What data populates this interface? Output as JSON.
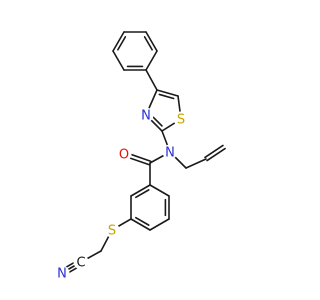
{
  "colors": {
    "bond": "#1a1a1a",
    "N": "#2a30d8",
    "O": "#e8110e",
    "S": "#c8a400",
    "C": "#1a1a1a"
  },
  "atoms": [
    {
      "id": "ph1",
      "symbol": ""
    },
    {
      "id": "ph2",
      "symbol": ""
    },
    {
      "id": "ph3",
      "symbol": ""
    },
    {
      "id": "ph4",
      "symbol": ""
    },
    {
      "id": "ph5",
      "symbol": ""
    },
    {
      "id": "ph6",
      "symbol": ""
    },
    {
      "id": "tz_c4",
      "symbol": ""
    },
    {
      "id": "tz_c5",
      "symbol": ""
    },
    {
      "id": "tz_s1",
      "symbol": "S"
    },
    {
      "id": "tz_c2",
      "symbol": ""
    },
    {
      "id": "tz_n3",
      "symbol": "N"
    },
    {
      "id": "amide_n",
      "symbol": "N"
    },
    {
      "id": "allyl_c1",
      "symbol": ""
    },
    {
      "id": "allyl_c2",
      "symbol": ""
    },
    {
      "id": "allyl_c3",
      "symbol": ""
    },
    {
      "id": "carbonyl_c",
      "symbol": ""
    },
    {
      "id": "carbonyl_o",
      "symbol": "O"
    },
    {
      "id": "bz1",
      "symbol": ""
    },
    {
      "id": "bz2",
      "symbol": ""
    },
    {
      "id": "bz3",
      "symbol": ""
    },
    {
      "id": "bz4",
      "symbol": ""
    },
    {
      "id": "bz5",
      "symbol": ""
    },
    {
      "id": "bz6",
      "symbol": ""
    },
    {
      "id": "thio_s",
      "symbol": "S"
    },
    {
      "id": "ch2",
      "symbol": ""
    },
    {
      "id": "nitrile_c",
      "symbol": "C"
    },
    {
      "id": "nitrile_n",
      "symbol": "N"
    }
  ],
  "bonds": [
    {
      "a": "ph1",
      "b": "ph2",
      "order": 1
    },
    {
      "a": "ph2",
      "b": "ph3",
      "order": 2
    },
    {
      "a": "ph3",
      "b": "ph4",
      "order": 1
    },
    {
      "a": "ph4",
      "b": "ph5",
      "order": 2
    },
    {
      "a": "ph5",
      "b": "ph6",
      "order": 1
    },
    {
      "a": "ph6",
      "b": "ph1",
      "order": 2
    },
    {
      "a": "ph4",
      "b": "tz_c4",
      "order": 1
    },
    {
      "a": "tz_c4",
      "b": "tz_c5",
      "order": 2
    },
    {
      "a": "tz_c5",
      "b": "tz_s1",
      "order": 1
    },
    {
      "a": "tz_s1",
      "b": "tz_c2",
      "order": 1
    },
    {
      "a": "tz_c2",
      "b": "tz_n3",
      "order": 2
    },
    {
      "a": "tz_n3",
      "b": "tz_c4",
      "order": 1
    },
    {
      "a": "tz_c2",
      "b": "amide_n",
      "order": 1
    },
    {
      "a": "amide_n",
      "b": "allyl_c1",
      "order": 1
    },
    {
      "a": "allyl_c1",
      "b": "allyl_c2",
      "order": 1
    },
    {
      "a": "allyl_c2",
      "b": "allyl_c3",
      "order": 2
    },
    {
      "a": "amide_n",
      "b": "carbonyl_c",
      "order": 1
    },
    {
      "a": "carbonyl_c",
      "b": "carbonyl_o",
      "order": 2
    },
    {
      "a": "carbonyl_c",
      "b": "bz1",
      "order": 1
    },
    {
      "a": "bz1",
      "b": "bz2",
      "order": 2
    },
    {
      "a": "bz2",
      "b": "bz3",
      "order": 1
    },
    {
      "a": "bz3",
      "b": "bz4",
      "order": 2
    },
    {
      "a": "bz4",
      "b": "bz5",
      "order": 1
    },
    {
      "a": "bz5",
      "b": "bz6",
      "order": 2
    },
    {
      "a": "bz6",
      "b": "bz1",
      "order": 1
    },
    {
      "a": "bz3",
      "b": "thio_s",
      "order": 1
    },
    {
      "a": "thio_s",
      "b": "ch2",
      "order": 1
    },
    {
      "a": "ch2",
      "b": "nitrile_c",
      "order": 1
    },
    {
      "a": "nitrile_c",
      "b": "nitrile_n",
      "order": 3
    }
  ]
}
